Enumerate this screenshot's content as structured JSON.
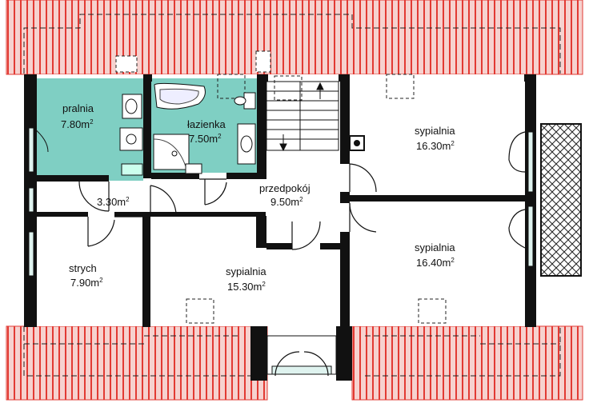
{
  "colors": {
    "roof_fill": "#f6d2cf",
    "roof_rafter": "#e23a33",
    "wet_room": "#7fcfc3",
    "wall": "#111111",
    "floor": "#ffffff",
    "dash": "#333333",
    "window_glass": "#dff3ef"
  },
  "rooms": {
    "pralnia": {
      "name": "pralnia",
      "area": "7.80m",
      "exp": "2"
    },
    "lazienka": {
      "name": "łazienka",
      "area": "7.50m",
      "exp": "2"
    },
    "schowek": {
      "area": "3.30m",
      "exp": "2"
    },
    "strych": {
      "name": "strych",
      "area": "7.90m",
      "exp": "2"
    },
    "przedpokoj": {
      "name": "przedpokój",
      "area": "9.50m",
      "exp": "2"
    },
    "sypialnia_1": {
      "name": "sypialnia",
      "area": "16.30m",
      "exp": "2"
    },
    "sypialnia_2": {
      "name": "sypialnia",
      "area": "16.40m",
      "exp": "2"
    },
    "sypialnia_3": {
      "name": "sypialnia",
      "area": "15.30m",
      "exp": "2"
    }
  }
}
